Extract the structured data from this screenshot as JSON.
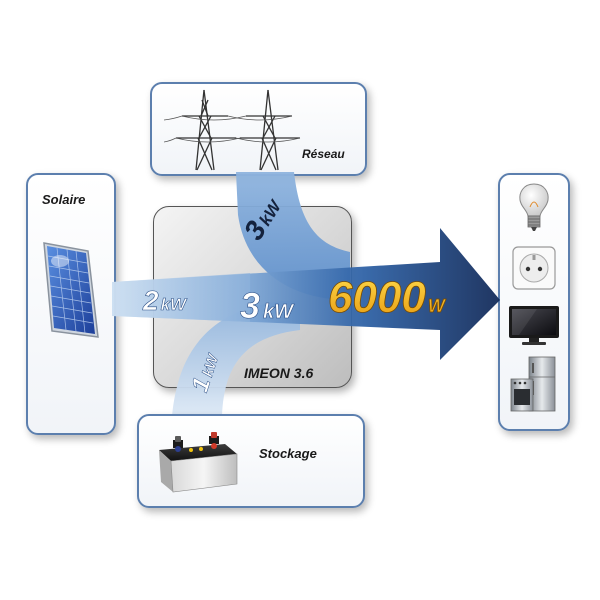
{
  "nodes": {
    "solar": {
      "label": "Solaire"
    },
    "grid": {
      "label": "Réseau"
    },
    "storage": {
      "label": "Stockage"
    },
    "inverter": {
      "label": "IMEON 3.6"
    }
  },
  "flows": {
    "solar": {
      "value": "2",
      "unit": "kW"
    },
    "grid": {
      "value": "3",
      "unit": "kW"
    },
    "storage": {
      "value": "1",
      "unit": "kW"
    },
    "combined": {
      "value": "3",
      "unit": "kW"
    },
    "output": {
      "value": "6000",
      "unit": "W"
    }
  },
  "colors": {
    "card_border": "#5c7fae",
    "arrow_light": "#c8dcf0",
    "arrow_dark": "#102a5a",
    "output_text": "#f2b21b"
  },
  "loads": [
    "light-bulb-icon",
    "wall-socket-icon",
    "television-icon",
    "appliances-icon"
  ]
}
